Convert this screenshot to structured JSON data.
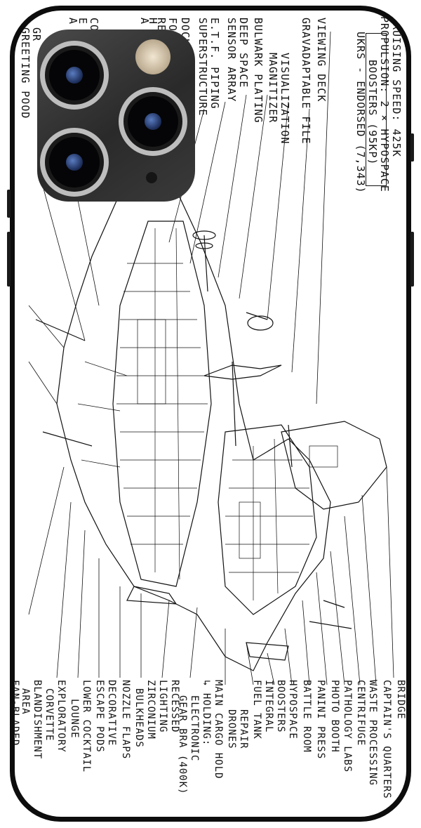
{
  "artwork": {
    "top_text": [
      "CRUISING SPEED: 425K",
      "PROPULSION: 2 × HYPOSPACE",
      "BOOSTERS (95KP)",
      "UKRS - ENDORSED (7,343)"
    ],
    "top_callouts": [
      "VIEWING DECK",
      "GRAVADAPTABLE FILE",
      "VISUALIZATION",
      "MAGNITIZER",
      "BULWARK PLATING",
      "DEEP SPACE",
      "SENSOR ARRAY",
      "E.T.F. PIPING",
      "SUPERSTRUCTURE",
      "DOCKING",
      "FOR",
      "RE",
      "H",
      "A",
      "CO",
      "E",
      "A",
      "GR",
      "GREETING POOD"
    ],
    "bottom_callouts": [
      "BRIDGE",
      "CAPTAIN'S QUARTERS",
      "WASTE PROCESSING",
      "CENTRIFUGE",
      "PATHOLOGY LABS",
      "PHOTO BOOTH",
      "PANINI PRESS",
      "BATTLE ROOM",
      "HYPOSPACE",
      "BOOSTERS",
      "INTEGRAL",
      "FUEL TANK",
      "REPAIR",
      "DRONES",
      "MAIN CARGO HOLD",
      "↳ HOLDING:",
      "ELECTRONIC",
      "GEAR BRA (400K)",
      "RECESSED",
      "LIGHTING",
      "ZIRCONIUM",
      "BULKHEADS",
      "NOZZLE FLAPS",
      "DECORATIVE",
      "ESCAPE PODS",
      "LOWER COCKTAIL",
      "LOUNGE",
      "EXPLORATORY",
      "CORVETTE",
      "BLANDISHMENT",
      "AREA",
      "FAN-BLADED"
    ]
  },
  "colors": {
    "case": "#0d0d0d",
    "skin": "#ffffff",
    "ink": "#111111",
    "camera_module": "#2f2f2f",
    "lens_ring": "#bdbdbd",
    "lens_glass": "#3a5aa0"
  },
  "icons": [
    "camera-lens-icon",
    "flash-icon",
    "microphone-icon"
  ]
}
